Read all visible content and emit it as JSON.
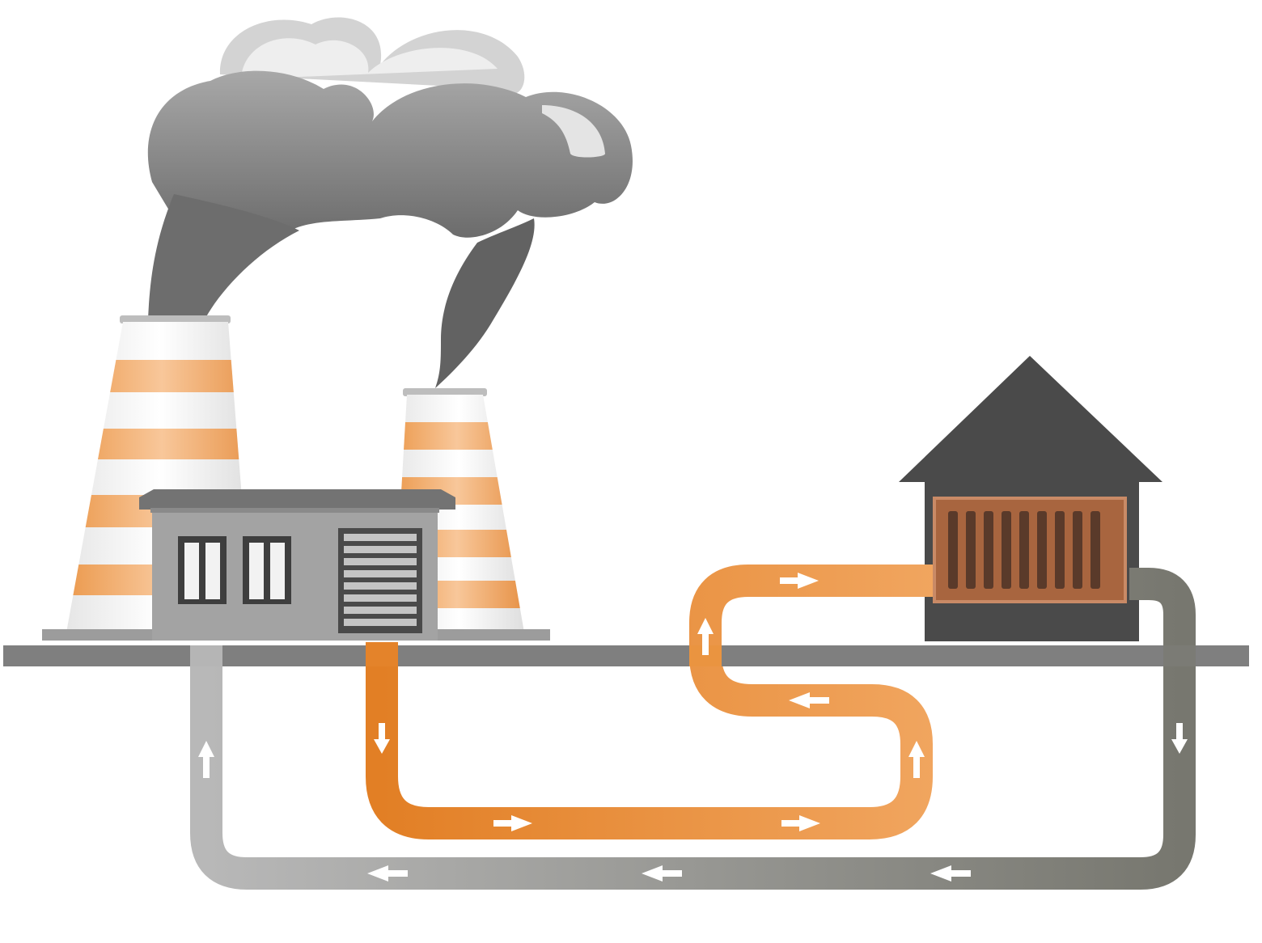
{
  "diagram": {
    "type": "district-heating-schematic",
    "nodes": [
      {
        "id": "power-plant",
        "kind": "factory",
        "icon": "factory-icon"
      },
      {
        "id": "cooling-tower-large",
        "kind": "cooling-tower",
        "icon": "cooling-tower-icon"
      },
      {
        "id": "cooling-tower-small",
        "kind": "cooling-tower",
        "icon": "cooling-tower-icon"
      },
      {
        "id": "smoke-cloud",
        "kind": "smoke",
        "icon": "smoke-cloud-icon"
      },
      {
        "id": "house",
        "kind": "house",
        "icon": "house-icon"
      },
      {
        "id": "radiator",
        "kind": "radiator",
        "icon": "radiator-icon"
      }
    ],
    "edges": [
      {
        "id": "supply-line",
        "from": "power-plant",
        "to": "radiator",
        "kind": "hot-pipe",
        "direction": "plant-to-house"
      },
      {
        "id": "return-line",
        "from": "house",
        "to": "power-plant",
        "kind": "cold-pipe",
        "direction": "house-to-plant"
      }
    ],
    "colors": {
      "hot_pipe": "#e8892f",
      "hot_pipe_light": "#f0a35a",
      "cold_pipe": "#a9a9a9",
      "cold_pipe_dark": "#7e7e78",
      "ground": "#808080",
      "smoke": "#8f8f8f",
      "house": "#4a4a4a",
      "radiator": "#b06a45",
      "factory_wall": "#a2a2a2",
      "tower_stripe": "#f0a662"
    }
  }
}
